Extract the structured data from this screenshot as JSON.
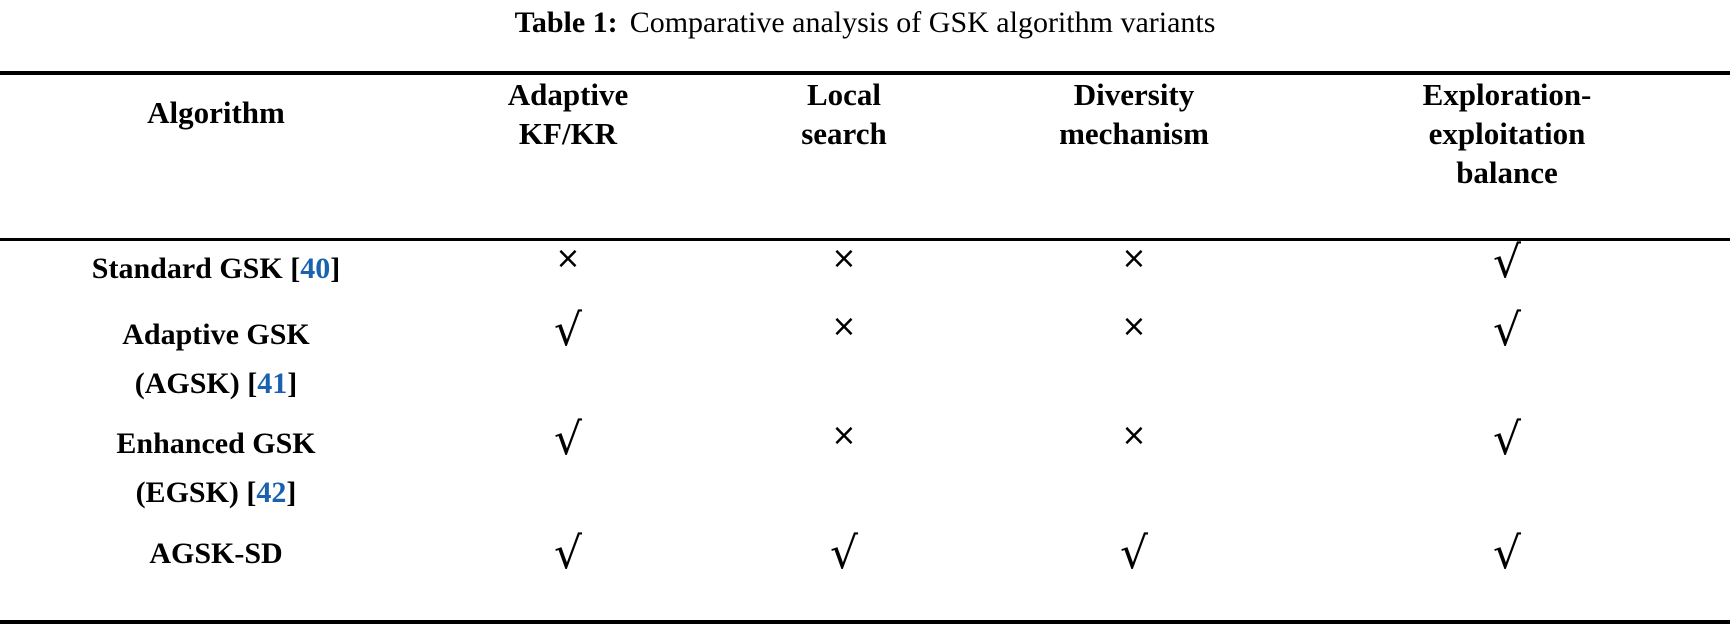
{
  "caption": {
    "label": "Table 1:",
    "text": "Comparative analysis of GSK algorithm variants"
  },
  "colors": {
    "citation_blue": "#1a61b0",
    "text": "#000000",
    "rule": "#000000",
    "background": "#ffffff"
  },
  "table": {
    "headers": [
      {
        "lines": [
          "Algorithm"
        ]
      },
      {
        "lines": [
          "Adaptive",
          "KF/KR"
        ]
      },
      {
        "lines": [
          "Local",
          "search"
        ]
      },
      {
        "lines": [
          "Diversity",
          "mechanism"
        ]
      },
      {
        "lines": [
          "Exploration-",
          "exploitation",
          "balance"
        ]
      }
    ],
    "rows": [
      {
        "label_lines": [
          {
            "text": "Standard GSK ",
            "cite": "40"
          }
        ],
        "marks": [
          "cross",
          "cross",
          "cross",
          "check"
        ]
      },
      {
        "label_lines": [
          {
            "text": "Adaptive GSK",
            "cite": null
          },
          {
            "text": "(AGSK) ",
            "cite": "41"
          }
        ],
        "marks": [
          "check",
          "cross",
          "cross",
          "check"
        ]
      },
      {
        "label_lines": [
          {
            "text": "Enhanced GSK",
            "cite": null
          },
          {
            "text": "(EGSK) ",
            "cite": "42"
          }
        ],
        "marks": [
          "check",
          "cross",
          "cross",
          "check"
        ]
      },
      {
        "label_lines": [
          {
            "text": "AGSK-SD",
            "cite": null
          }
        ],
        "marks": [
          "check",
          "check",
          "check",
          "check"
        ]
      }
    ],
    "glyphs": {
      "check": "√",
      "cross": "×"
    }
  }
}
